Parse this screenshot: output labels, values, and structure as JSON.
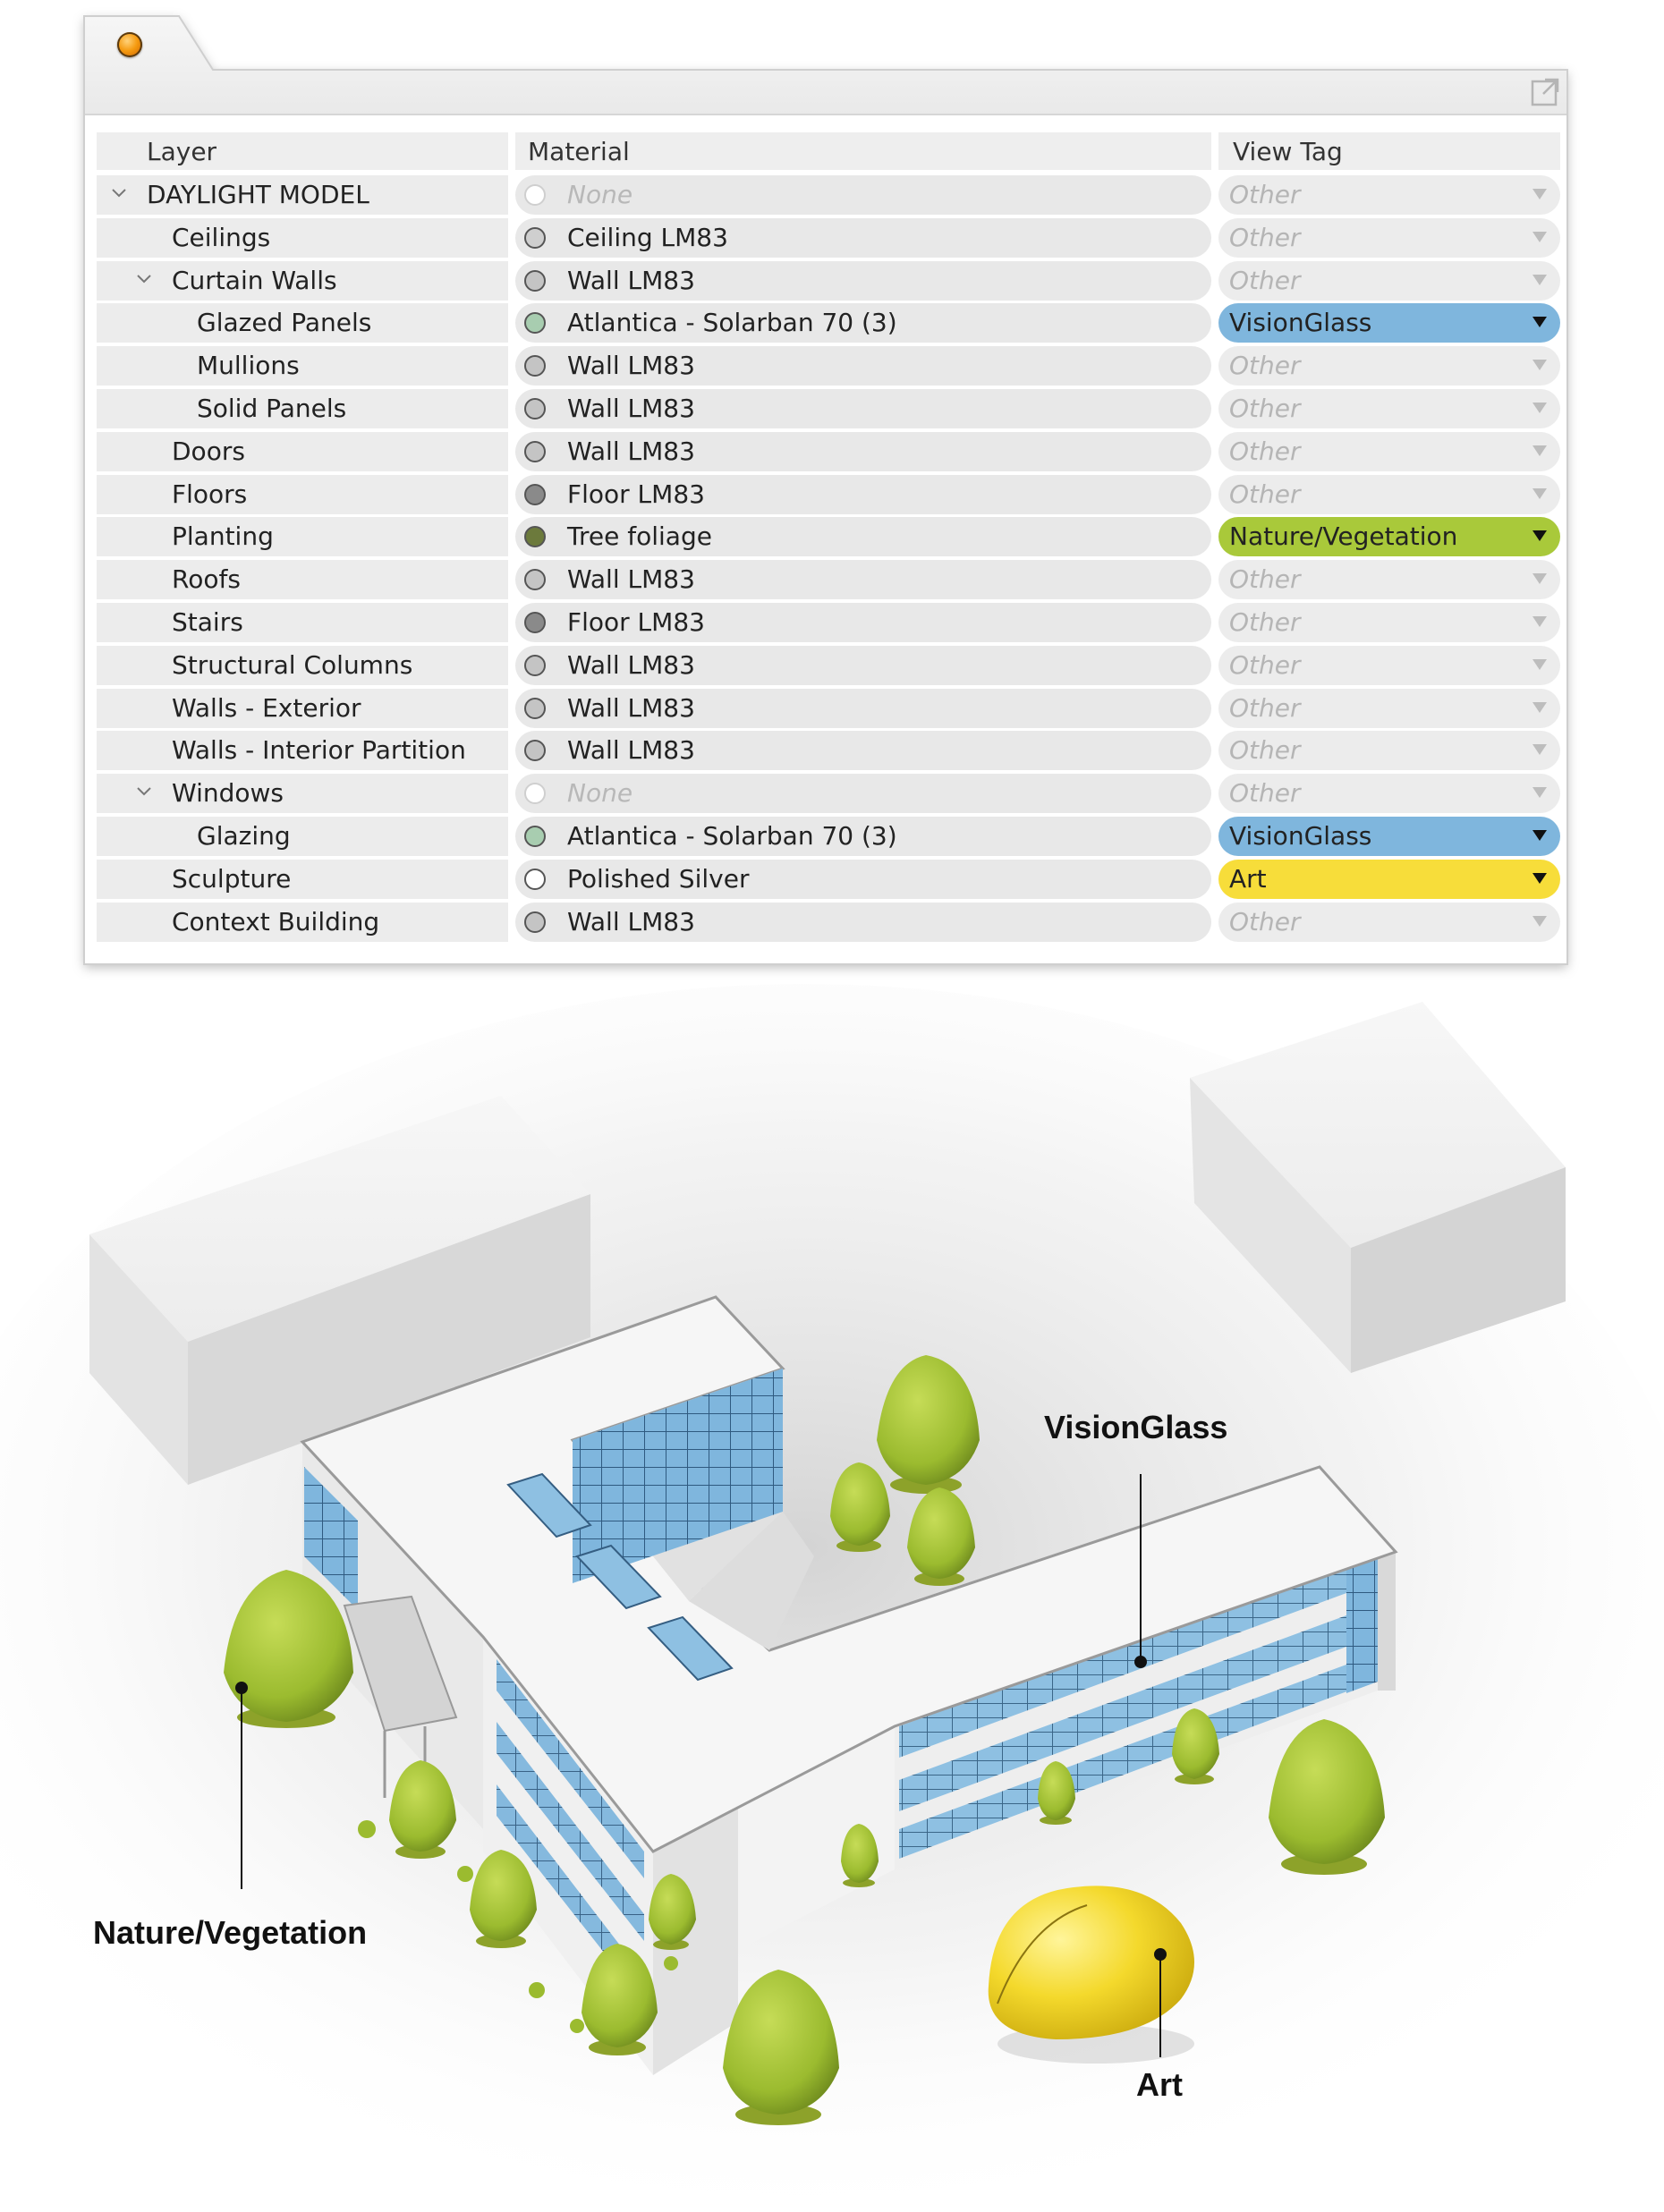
{
  "colors": {
    "vision_glass": "#7fb6dd",
    "nature_vegetation": "#a9c93a",
    "art": "#f7dd3a",
    "row_bg": "#ececec",
    "muted_text": "#b5b5b5"
  },
  "window": {
    "status_icon": "orange-orb-icon",
    "expand_icon": "expand-window-icon"
  },
  "table": {
    "headers": {
      "layer": "Layer",
      "material": "Material",
      "view_tag": "View Tag"
    },
    "rows": [
      {
        "layer": "DAYLIGHT MODEL",
        "indent": 0,
        "expander": true,
        "material": "None",
        "material_none": true,
        "swatch": "#ffffff",
        "tag": "Other",
        "tag_active": false
      },
      {
        "layer": "Ceilings",
        "indent": 1,
        "expander": false,
        "material": "Ceiling LM83",
        "material_none": false,
        "swatch": "#cfcfcf",
        "tag": "Other",
        "tag_active": false
      },
      {
        "layer": "Curtain Walls",
        "indent": 1,
        "expander": true,
        "material": "Wall LM83",
        "material_none": false,
        "swatch": "#c4c4c4",
        "tag": "Other",
        "tag_active": false
      },
      {
        "layer": "Glazed Panels",
        "indent": 2,
        "expander": false,
        "material": "Atlantica - Solarban 70 (3)",
        "material_none": false,
        "swatch": "#a8cdb0",
        "tag": "VisionGlass",
        "tag_active": true,
        "tag_color": "#7fb6dd"
      },
      {
        "layer": "Mullions",
        "indent": 2,
        "expander": false,
        "material": "Wall LM83",
        "material_none": false,
        "swatch": "#c4c4c4",
        "tag": "Other",
        "tag_active": false
      },
      {
        "layer": "Solid Panels",
        "indent": 2,
        "expander": false,
        "material": "Wall LM83",
        "material_none": false,
        "swatch": "#c4c4c4",
        "tag": "Other",
        "tag_active": false
      },
      {
        "layer": "Doors",
        "indent": 1,
        "expander": false,
        "material": "Wall LM83",
        "material_none": false,
        "swatch": "#c4c4c4",
        "tag": "Other",
        "tag_active": false
      },
      {
        "layer": "Floors",
        "indent": 1,
        "expander": false,
        "material": "Floor LM83",
        "material_none": false,
        "swatch": "#8a8a8a",
        "tag": "Other",
        "tag_active": false
      },
      {
        "layer": "Planting",
        "indent": 1,
        "expander": false,
        "material": "Tree foliage",
        "material_none": false,
        "swatch": "#6c7a3c",
        "tag": "Nature/Vegetation",
        "tag_active": true,
        "tag_color": "#a9c93a"
      },
      {
        "layer": "Roofs",
        "indent": 1,
        "expander": false,
        "material": "Wall LM83",
        "material_none": false,
        "swatch": "#c4c4c4",
        "tag": "Other",
        "tag_active": false
      },
      {
        "layer": "Stairs",
        "indent": 1,
        "expander": false,
        "material": "Floor LM83",
        "material_none": false,
        "swatch": "#8a8a8a",
        "tag": "Other",
        "tag_active": false
      },
      {
        "layer": "Structural Columns",
        "indent": 1,
        "expander": false,
        "material": "Wall LM83",
        "material_none": false,
        "swatch": "#c4c4c4",
        "tag": "Other",
        "tag_active": false
      },
      {
        "layer": "Walls - Exterior",
        "indent": 1,
        "expander": false,
        "material": "Wall LM83",
        "material_none": false,
        "swatch": "#c4c4c4",
        "tag": "Other",
        "tag_active": false
      },
      {
        "layer": "Walls - Interior Partition",
        "indent": 1,
        "expander": false,
        "material": "Wall LM83",
        "material_none": false,
        "swatch": "#c4c4c4",
        "tag": "Other",
        "tag_active": false
      },
      {
        "layer": "Windows",
        "indent": 1,
        "expander": true,
        "material": "None",
        "material_none": true,
        "swatch": "#ffffff",
        "tag": "Other",
        "tag_active": false
      },
      {
        "layer": "Glazing",
        "indent": 2,
        "expander": false,
        "material": "Atlantica - Solarban 70 (3)",
        "material_none": false,
        "swatch": "#a8cdb0",
        "tag": "VisionGlass",
        "tag_active": true,
        "tag_color": "#7fb6dd"
      },
      {
        "layer": "Sculpture",
        "indent": 1,
        "expander": false,
        "material": "Polished Silver",
        "material_none": false,
        "swatch": "#ffffff",
        "tag": "Art",
        "tag_active": true,
        "tag_color": "#f7dd3a"
      },
      {
        "layer": "Context Building",
        "indent": 1,
        "expander": false,
        "material": "Wall LM83",
        "material_none": false,
        "swatch": "#c4c4c4",
        "tag": "Other",
        "tag_active": false
      }
    ]
  },
  "illustration": {
    "callouts": {
      "vision_glass": "VisionGlass",
      "nature_vegetation": "Nature/Vegetation",
      "art": "Art"
    }
  }
}
